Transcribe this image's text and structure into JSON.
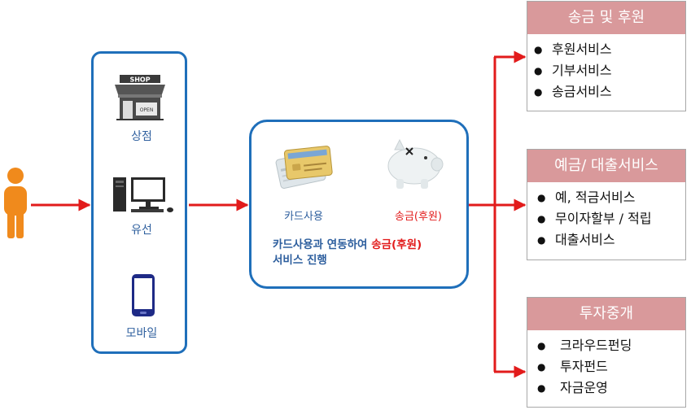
{
  "colors": {
    "arrow": "#e21b1b",
    "panel_border": "#1f6fba",
    "label_blue": "#2e5f9e",
    "header_bg": "#d9999b",
    "person": "#f08a1c"
  },
  "user": {
    "icon": "person-icon"
  },
  "channels": [
    {
      "icon": "shop-icon",
      "label": "상점",
      "sign_text": "SHOP",
      "open_text": "OPEN"
    },
    {
      "icon": "desktop-computer-icon",
      "label": "유선"
    },
    {
      "icon": "mobile-phone-icon",
      "label": "모바일"
    }
  ],
  "service": {
    "card_icon": "credit-card-icon",
    "card_label": "카드사용",
    "piggy_icon": "piggy-bank-icon",
    "remit_label": "송금(후원)",
    "desc_part1": "카드사용과 연동하여 ",
    "desc_highlight": "송금(후원)",
    "desc_part2": "서비스 진행"
  },
  "boxes": [
    {
      "title": "송금 및 후원",
      "items": [
        "후원서비스",
        "기부서비스",
        "송금서비스"
      ]
    },
    {
      "title": "예금/ 대출서비스",
      "items": [
        "예, 적금서비스",
        "무이자할부 / 적립",
        " 대출서비스"
      ]
    },
    {
      "title": "투자중개",
      "items": [
        "크라우드펀딩",
        "투자펀드",
        "자금운영"
      ]
    }
  ]
}
